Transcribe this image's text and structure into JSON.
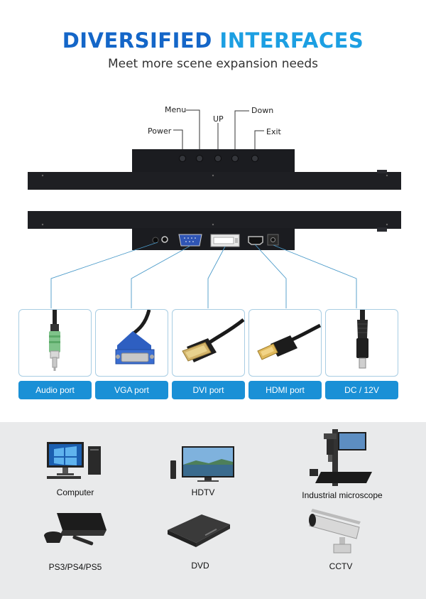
{
  "header": {
    "title_part1": "DIVERSIFIED",
    "title_part2": "INTERFACES",
    "subtitle": "Meet more scene expansion needs"
  },
  "buttons": {
    "menu": "Menu",
    "up": "UP",
    "down": "Down",
    "power": "Power",
    "exit": "Exit"
  },
  "ports": [
    {
      "label": "Audio port",
      "icon": "audio-rca-plug-icon"
    },
    {
      "label": "VGA port",
      "icon": "vga-connector-icon"
    },
    {
      "label": "DVI port",
      "icon": "dvi-connector-icon"
    },
    {
      "label": "HDMI port",
      "icon": "hdmi-connector-icon"
    },
    {
      "label": "DC / 12V",
      "icon": "dc-barrel-plug-icon"
    }
  ],
  "devices": [
    {
      "label": "Computer"
    },
    {
      "label": "HDTV"
    },
    {
      "label": "Industrial microscope"
    },
    {
      "label": "PS3/PS4/PS5"
    },
    {
      "label": "DVD"
    },
    {
      "label": "CCTV"
    }
  ],
  "colors": {
    "title_dark_blue": "#1466c8",
    "title_light_blue": "#1c9fe2",
    "pill_blue": "#1a90d6",
    "card_border": "#a8cde3",
    "bottom_bg": "#e9eaeb"
  }
}
